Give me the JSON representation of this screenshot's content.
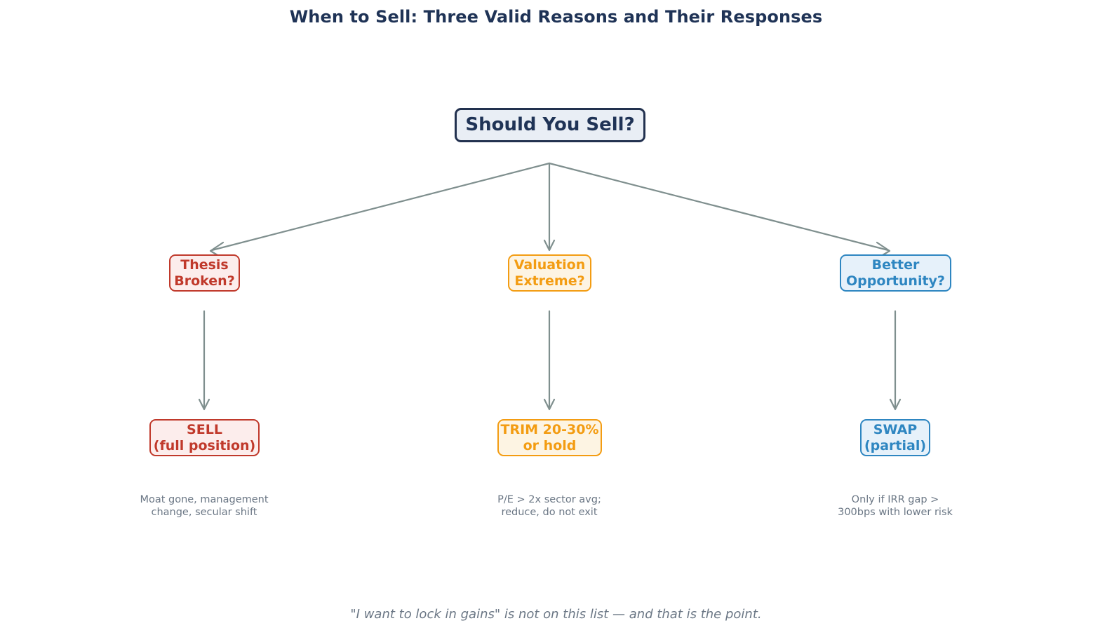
{
  "page": {
    "title": "When to Sell: Three Valid Reasons and Their Responses",
    "footer_note": "\"I want to lock in gains\" is not on this list — and that is the point."
  },
  "colors": {
    "title": "#1f3356",
    "root_border": "#22314f",
    "root_fill": "#e9eef5",
    "red": "#c0392b",
    "red_fill": "#fcedec",
    "orange": "#f39c12",
    "orange_fill": "#fdf4e3",
    "blue": "#2e86c1",
    "blue_fill": "#e6f1fa",
    "connector": "#7f8f8e",
    "caption": "#6b7785"
  },
  "diagram": {
    "type": "flowchart",
    "root": {
      "label": "Should You Sell?"
    },
    "branches": [
      {
        "id": "thesis",
        "condition": "Thesis\nBroken?",
        "action": "SELL\n(full position)",
        "caption": "Moat gone, management\nchange, secular shift",
        "color": "#c0392b"
      },
      {
        "id": "valuation",
        "condition": "Valuation\nExtreme?",
        "action": "TRIM 20-30%\nor hold",
        "caption": "P/E > 2x sector avg;\nreduce, do not exit",
        "color": "#f39c12"
      },
      {
        "id": "opportunity",
        "condition": "Better\nOpportunity?",
        "action": "SWAP\n(partial)",
        "caption": "Only if IRR gap >\n300bps with lower risk",
        "color": "#2e86c1"
      }
    ]
  }
}
